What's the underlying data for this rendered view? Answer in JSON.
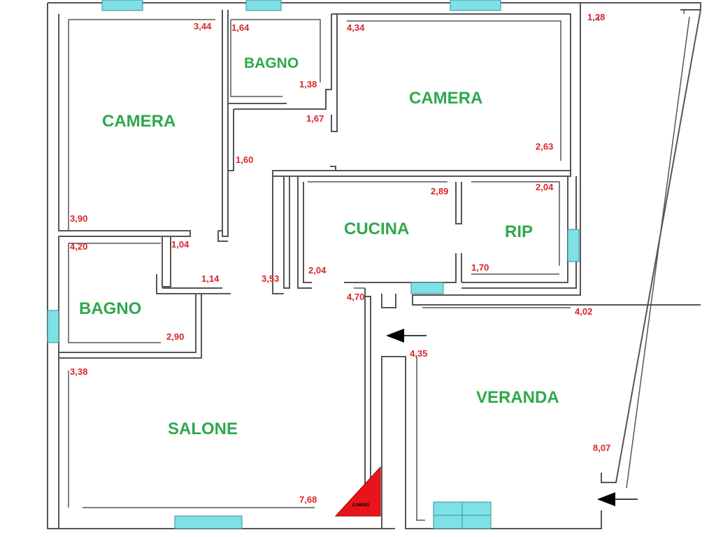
{
  "rooms": {
    "camera_left": "CAMERA",
    "bagno_top": "BAGNO",
    "camera_right": "CAMERA",
    "cucina": "CUCINA",
    "rip": "RIP",
    "bagno_left": "BAGNO",
    "salone": "SALONE",
    "veranda": "VERANDA"
  },
  "dimensions": {
    "d344": "3,44",
    "d164": "1,64",
    "d434": "4,34",
    "d128": "1,28",
    "d138": "1,38",
    "d167": "1,67",
    "d160": "1,60",
    "d263": "2,63",
    "d289": "2,89",
    "d204a": "2,04",
    "d390": "3,90",
    "d420": "4,20",
    "d104": "1,04",
    "d114": "1,14",
    "d353": "3,53",
    "d204b": "2,04",
    "d170": "1,70",
    "d470": "4,70",
    "d402": "4,02",
    "d290": "2,90",
    "d435": "4,35",
    "d338": "3,38",
    "d807": "8,07",
    "d768": "7,68"
  },
  "fireplace": {
    "label": "CAMINO",
    "color": "#e8141a"
  },
  "colors": {
    "room_label": "#2ea84c",
    "dimension": "#d9262b",
    "window": "#7fe0e6",
    "wall": "#555555"
  }
}
